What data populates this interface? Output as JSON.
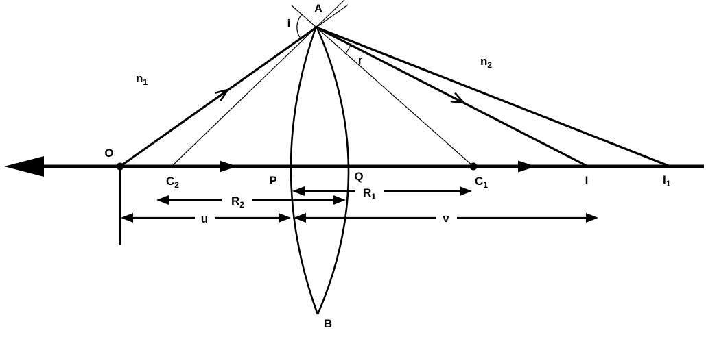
{
  "figure": {
    "background": "#ffffff",
    "line_color": "#000000"
  },
  "labels": {
    "A": "A",
    "B": "B",
    "O": "O",
    "P": "P",
    "Q": "Q",
    "I": "I",
    "angle_i": "i",
    "angle_r": "r",
    "u": "u",
    "v": "v",
    "C1": {
      "base": "C",
      "sub": "1"
    },
    "C2": {
      "base": "C",
      "sub": "2"
    },
    "I1": {
      "base": "I",
      "sub": "1"
    },
    "n1": {
      "base": "n",
      "sub": "1"
    },
    "n2": {
      "base": "n",
      "sub": "2"
    },
    "R1": {
      "base": "R",
      "sub": "1"
    },
    "R2": {
      "base": "R",
      "sub": "2"
    }
  }
}
